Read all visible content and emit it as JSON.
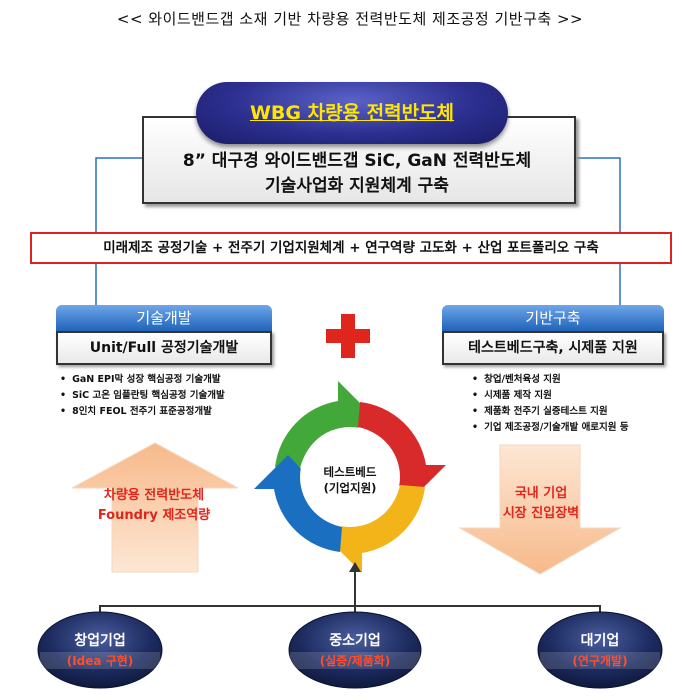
{
  "header": {
    "title": "<< 와이드밴드갭 소재 기반 차량용 전력반도체 제조공정 기반구축 >>"
  },
  "top": {
    "pill": "WBG 차량용 전력반도체",
    "main_line_1": "8” 대구경 와이드밴드갭 SiC, GaN 전력반도체",
    "main_line_2": "기술사업화 지원체계 구축"
  },
  "slogan": "미래제조 공정기술 + 전주기 기업지원체계 + 연구역량 고도화 + 산업 포트폴리오 구축",
  "left": {
    "tab": "기술개발",
    "subtitle": "Unit/Full 공정기술개발",
    "bullets": [
      "GaN EPI막 성장 핵심공정 기술개발",
      "SiC 고온 임플란팅 핵심공정 기술개발",
      "8인치 FEOL 전주기 표준공정개발"
    ],
    "arrow_line_1": "차량용 전력반도체",
    "arrow_line_2": "Foundry 제조역량"
  },
  "right": {
    "tab": "기반구축",
    "subtitle": "테스트베드구축, 시제품 지원",
    "bullets": [
      "창업/벤처육성 지원",
      "시제품 제작 지원",
      "제품화 전주기 실증테스트 지원",
      "기업 제조공정/기술개발 애로지원 등"
    ],
    "arrow_line_1": "국내 기업",
    "arrow_line_2": "시장 진입장벽"
  },
  "center": {
    "line_1": "테스트베드",
    "line_2": "(기업지원)",
    "plus": "+"
  },
  "bottom": {
    "nodes": [
      {
        "name": "창업기업",
        "sub": "(Idea 구현)"
      },
      {
        "name": "중소기업",
        "sub": "(실증/제품화)"
      },
      {
        "name": "대기업",
        "sub": "(연구개발)"
      }
    ]
  },
  "colors": {
    "accent_red": "#e0261c",
    "tab_blue": "#1f63b9",
    "pill_navy": "#2c2f8f",
    "pill_text": "#ffe600",
    "node_navy": "#1c2a5e"
  }
}
